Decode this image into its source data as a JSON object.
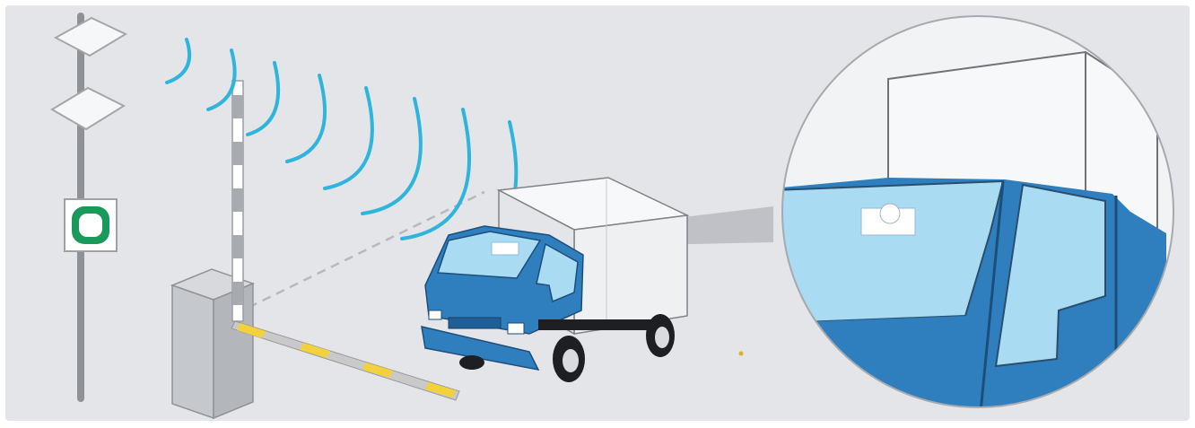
{
  "scene": {
    "type": "illustration",
    "text_labels": [],
    "elements": [
      "pole-with-solar-panels",
      "status-signal-sign",
      "rfid-reader-antenna",
      "radio-wave-arcs",
      "gate-control-box",
      "barrier-arm",
      "delivery-truck",
      "windshield-rfid-tag",
      "magnified-inset-circle"
    ],
    "radio_wave_count": 8
  },
  "colors": {
    "background": "#e4e5e9",
    "wave": "#2fb4dc",
    "truck_blue": "#2f7fbf",
    "truck_dark": "#1f5f95",
    "glass": "#a9dcf3",
    "box_body": "#c5c8cc",
    "barrier_yellow": "#f3d13a",
    "barrier_grey": "#c9c9c9",
    "signal_green": "#1a9a5a",
    "beam": "#b9bbbf"
  }
}
